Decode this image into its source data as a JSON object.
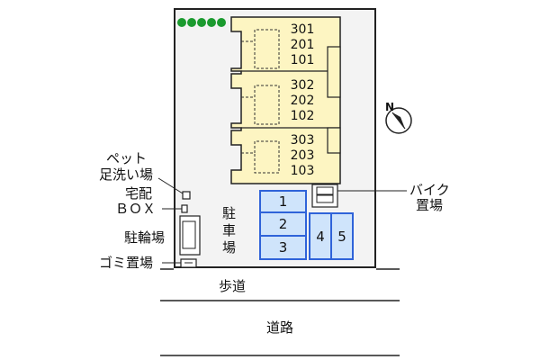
{
  "units": {
    "stack_a": [
      "301",
      "201",
      "101"
    ],
    "stack_b": [
      "302",
      "202",
      "102"
    ],
    "stack_c": [
      "303",
      "203",
      "103"
    ]
  },
  "labels": {
    "pet_wash_1": "ペット",
    "pet_wash_2": "足洗い場",
    "delivery_box_1": "宅配",
    "delivery_box_2": "ＢＯＸ",
    "bicycle_parking": "駐輪場",
    "garbage": "ゴミ置場",
    "parking_lot": "駐\n車\n場",
    "bike_parking_1": "バイク",
    "bike_parking_2": "置場",
    "sidewalk": "歩道",
    "road": "道路",
    "north": "N"
  },
  "parking_spaces": [
    "1",
    "2",
    "3",
    "4",
    "5"
  ],
  "colors": {
    "building_fill": "#fdf5c2",
    "parking_fill": "#cfe4fb",
    "parking_border": "#2f63d9",
    "tree": "#1a9a2e"
  }
}
